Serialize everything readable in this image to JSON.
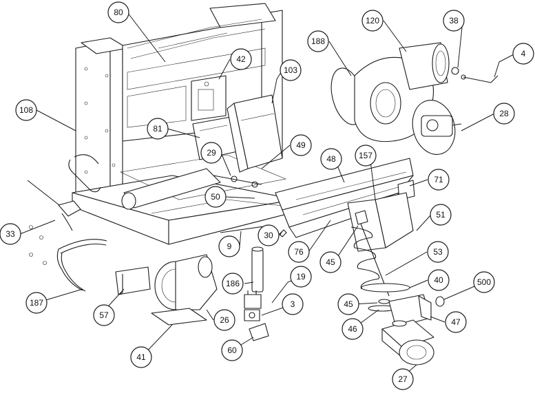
{
  "callouts": [
    {
      "id": "c80",
      "label": "80"
    },
    {
      "id": "c120",
      "label": "120"
    },
    {
      "id": "c38",
      "label": "38"
    },
    {
      "id": "c4",
      "label": "4"
    },
    {
      "id": "c188",
      "label": "188"
    },
    {
      "id": "c42",
      "label": "42"
    },
    {
      "id": "c103",
      "label": "103"
    },
    {
      "id": "c108",
      "label": "108"
    },
    {
      "id": "c28",
      "label": "28"
    },
    {
      "id": "c81",
      "label": "81"
    },
    {
      "id": "c29",
      "label": "29"
    },
    {
      "id": "c49",
      "label": "49"
    },
    {
      "id": "c48",
      "label": "48"
    },
    {
      "id": "c157",
      "label": "157"
    },
    {
      "id": "c71",
      "label": "71"
    },
    {
      "id": "c50",
      "label": "50"
    },
    {
      "id": "c51",
      "label": "51"
    },
    {
      "id": "c33",
      "label": "33"
    },
    {
      "id": "c30",
      "label": "30"
    },
    {
      "id": "c9",
      "label": "9"
    },
    {
      "id": "c76",
      "label": "76"
    },
    {
      "id": "c45a",
      "label": "45"
    },
    {
      "id": "c53",
      "label": "53"
    },
    {
      "id": "c186",
      "label": "186"
    },
    {
      "id": "c19",
      "label": "19"
    },
    {
      "id": "c40",
      "label": "40"
    },
    {
      "id": "c500",
      "label": "500"
    },
    {
      "id": "c187",
      "label": "187"
    },
    {
      "id": "c57",
      "label": "57"
    },
    {
      "id": "c26",
      "label": "26"
    },
    {
      "id": "c3",
      "label": "3"
    },
    {
      "id": "c45b",
      "label": "45"
    },
    {
      "id": "c46",
      "label": "46"
    },
    {
      "id": "c47",
      "label": "47"
    },
    {
      "id": "c41",
      "label": "41"
    },
    {
      "id": "c60",
      "label": "60"
    },
    {
      "id": "c27",
      "label": "27"
    }
  ]
}
